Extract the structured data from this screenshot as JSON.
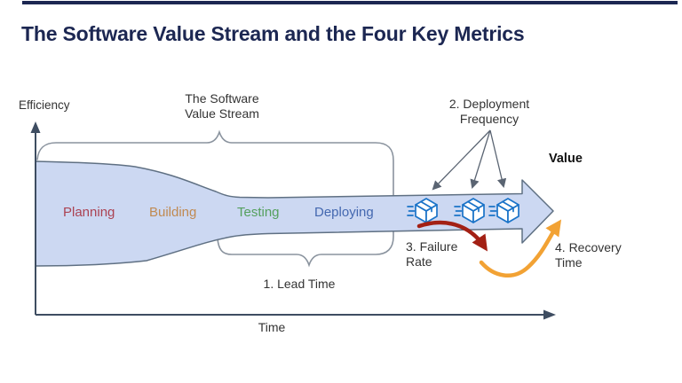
{
  "title": "The Software Value Stream and the Four Key Metrics",
  "axes": {
    "y_label": "Efficiency",
    "x_label": "Time"
  },
  "stream": {
    "label_line1": "The Software",
    "label_line2": "Value Stream",
    "value_label": "Value",
    "stages": [
      {
        "label": "Planning",
        "color": "#ab4252"
      },
      {
        "label": "Building",
        "color": "#c08a52"
      },
      {
        "label": "Testing",
        "color": "#55a05e"
      },
      {
        "label": "Deploying",
        "color": "#4468b0"
      }
    ]
  },
  "metrics": {
    "lead_time": {
      "label": "1. Lead Time"
    },
    "deployment_frequency": {
      "line1": "2. Deployment",
      "line2": "Frequency"
    },
    "failure_rate": {
      "line1": "3. Failure",
      "line2": "Rate"
    },
    "recovery_time": {
      "line1": "4. Recovery",
      "line2": "Time"
    }
  },
  "icons": {
    "package": "package-icon",
    "package_count": 3
  },
  "colors": {
    "title": "#1c2752",
    "top_bar": "#1c2752",
    "stream_fill": "#ccd8f2",
    "stream_border": "#5f7083",
    "axis": "#3e4d61",
    "bracket": "#8a939e",
    "annotation_text": "#333333",
    "red_arrow": "#a32014",
    "orange_arrow": "#f2a234",
    "package_blue": "#1a73c8"
  }
}
